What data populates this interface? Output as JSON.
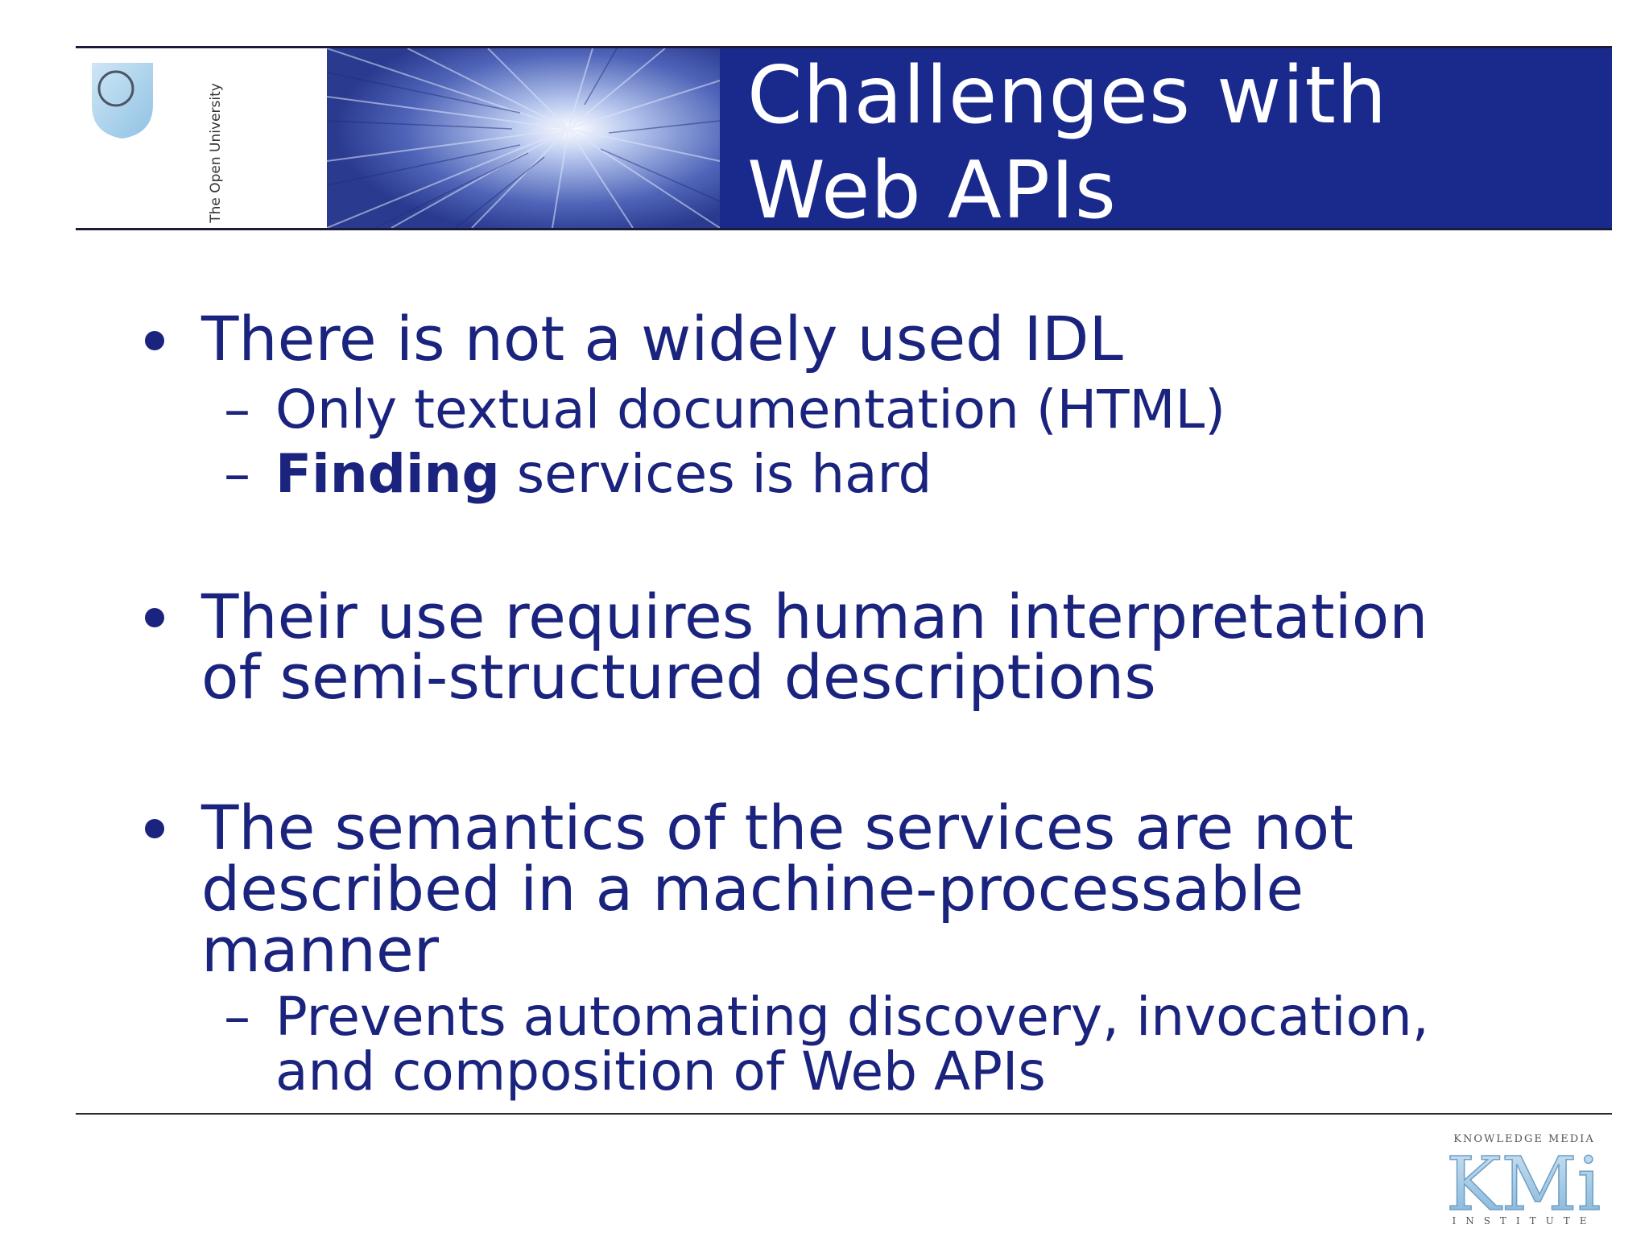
{
  "header": {
    "logo_text": "The Open University",
    "title_line1": "Challenges with",
    "title_line2": "Web APIs"
  },
  "bullets": [
    {
      "text": "There is not a widely used IDL",
      "subs": [
        {
          "text": "Only textual documentation (HTML)"
        },
        {
          "bold": "Finding",
          "rest": " services is hard"
        }
      ]
    },
    {
      "lines": [
        "Their use requires human interpretation",
        "of semi-structured descriptions"
      ]
    },
    {
      "lines": [
        "The semantics of the services are not",
        "described in a machine-processable",
        "manner"
      ],
      "subs": [
        {
          "lines": [
            "Prevents automating discovery, invocation,",
            "and composition of Web APIs"
          ]
        }
      ]
    }
  ],
  "footer": {
    "kmi_top": "KNOWLEDGE MEDIA",
    "kmi_main": "KMi",
    "kmi_bottom": "INSTITUTE"
  },
  "colors": {
    "title_band": "#1a2a8c",
    "text": "#1a237e"
  }
}
